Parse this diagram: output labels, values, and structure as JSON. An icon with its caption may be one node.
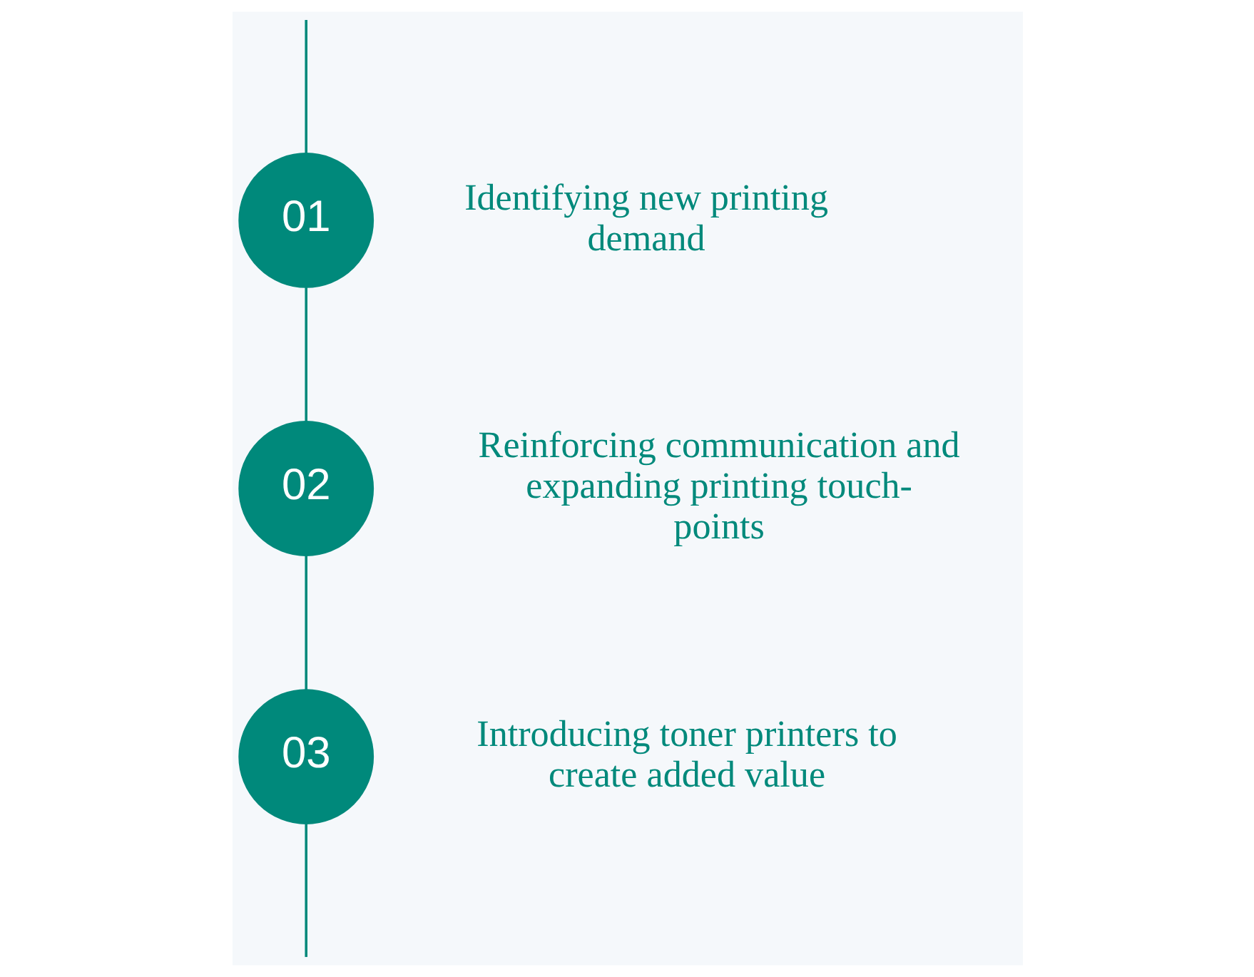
{
  "diagram": {
    "nodes": [
      {
        "text": [
          "01"
        ],
        "beside": [
          "Identifying new printing demand"
        ]
      },
      {
        "text": [
          "02"
        ],
        "beside": [
          "Reinforcing communication and expanding printing touch-points"
        ]
      },
      {
        "text": [
          "03"
        ],
        "beside": [
          "Introducing toner printers to create added value"
        ]
      }
    ],
    "edges": [
      {
        "from": null,
        "to": 0,
        "arrow": "none"
      },
      {
        "from": 0,
        "to": 1,
        "arrow": "none"
      },
      {
        "from": 1,
        "to": 2,
        "arrow": "none"
      },
      {
        "from": 2,
        "to": null,
        "arrow": "none"
      }
    ]
  }
}
